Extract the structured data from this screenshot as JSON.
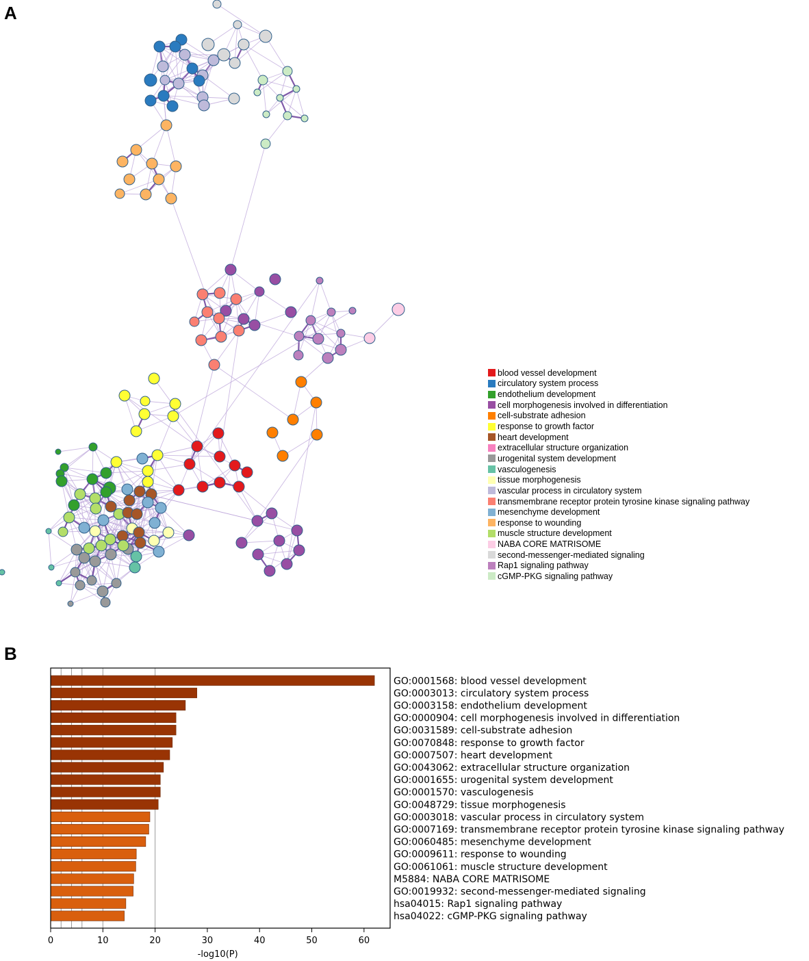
{
  "panels": {
    "a": "A",
    "b": "B"
  },
  "legend": [
    {
      "label": "blood vessel development",
      "color": "#e31a1c"
    },
    {
      "label": "circulatory system process",
      "color": "#2a7bbf"
    },
    {
      "label": "endothelium development",
      "color": "#33a02c"
    },
    {
      "label": "cell morphogenesis involved in differentiation",
      "color": "#984ea3"
    },
    {
      "label": "cell-substrate adhesion",
      "color": "#ff7f00"
    },
    {
      "label": "response to growth factor",
      "color": "#ffff33"
    },
    {
      "label": "heart development",
      "color": "#a65628"
    },
    {
      "label": "extracellular structure organization",
      "color": "#f781bf"
    },
    {
      "label": "urogenital system development",
      "color": "#999999"
    },
    {
      "label": "vasculogenesis",
      "color": "#66c2a5"
    },
    {
      "label": "tissue morphogenesis",
      "color": "#ffffb3"
    },
    {
      "label": "vascular process in circulatory system",
      "color": "#bebada"
    },
    {
      "label": "transmembrane receptor protein tyrosine kinase signaling pathway",
      "color": "#fb8072"
    },
    {
      "label": "mesenchyme development",
      "color": "#80b1d3"
    },
    {
      "label": "response to wounding",
      "color": "#fdb462"
    },
    {
      "label": "muscle structure development",
      "color": "#b3de69"
    },
    {
      "label": "NABA CORE MATRISOME",
      "color": "#fccde5"
    },
    {
      "label": "second-messenger-mediated signaling",
      "color": "#d9d9d9"
    },
    {
      "label": "Rap1 signaling pathway",
      "color": "#bc80bd"
    },
    {
      "label": "cGMP-PKG signaling pathway",
      "color": "#ccebc5"
    }
  ],
  "chart_data": {
    "type": "bar",
    "orientation": "horizontal",
    "xlabel": "-log10(P)",
    "xlim": [
      0,
      65
    ],
    "xticks": [
      0,
      10,
      20,
      30,
      40,
      50,
      60
    ],
    "categories": [
      "GO:0001568: blood vessel development",
      "GO:0003013: circulatory system process",
      "GO:0003158: endothelium development",
      "GO:0000904: cell morphogenesis involved in differentiation",
      "GO:0031589: cell-substrate adhesion",
      "GO:0070848: response to growth factor",
      "GO:0007507: heart development",
      "GO:0043062: extracellular structure organization",
      "GO:0001655: urogenital system development",
      "GO:0001570: vasculogenesis",
      "GO:0048729: tissue morphogenesis",
      "GO:0003018: vascular process in circulatory system",
      "GO:0007169: transmembrane receptor protein tyrosine kinase signaling pathway",
      "GO:0060485: mesenchyme development",
      "GO:0009611: response to wounding",
      "GO:0061061: muscle structure development",
      "M5884: NABA CORE MATRISOME",
      "GO:0019932: second-messenger-mediated signaling",
      "hsa04015: Rap1 signaling pathway",
      "hsa04022: cGMP-PKG signaling pathway"
    ],
    "values": [
      62.0,
      28.0,
      25.8,
      24.0,
      24.0,
      23.3,
      22.8,
      21.6,
      21.0,
      21.0,
      20.6,
      19.0,
      18.8,
      18.2,
      16.4,
      16.3,
      15.9,
      15.8,
      14.4,
      14.1
    ],
    "bar_colors": [
      "#993404",
      "#993404",
      "#993404",
      "#993404",
      "#993404",
      "#993404",
      "#993404",
      "#993404",
      "#993404",
      "#993404",
      "#993404",
      "#d95f0e",
      "#d95f0e",
      "#d95f0e",
      "#d95f0e",
      "#d95f0e",
      "#d95f0e",
      "#d95f0e",
      "#d95f0e",
      "#d95f0e"
    ],
    "vertical_gridlines": [
      2,
      4,
      6,
      10,
      20
    ]
  }
}
